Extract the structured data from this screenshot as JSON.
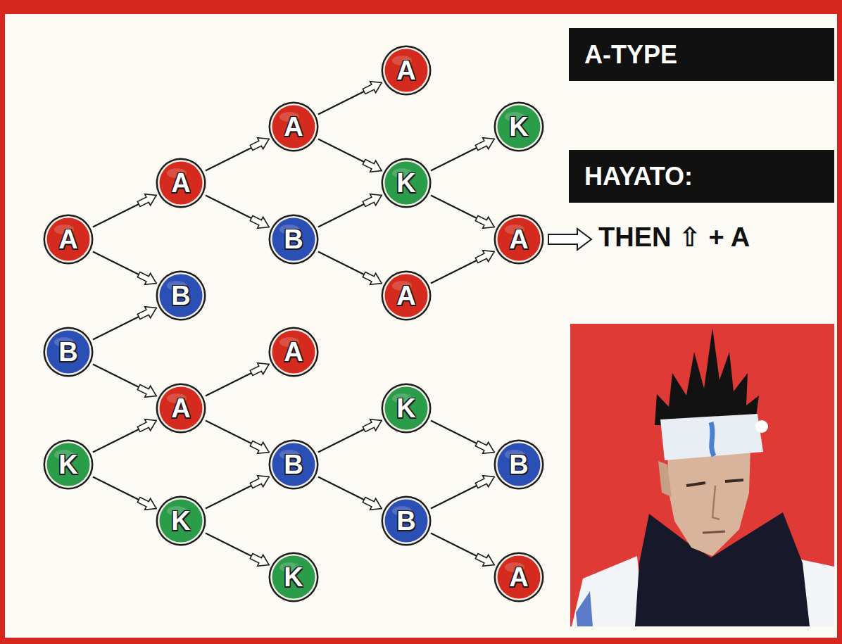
{
  "diagram": {
    "nodes": [
      {
        "text": [
          "A"
        ]
      },
      {
        "text": [
          "B"
        ]
      },
      {
        "text": [
          "K"
        ]
      },
      {
        "text": [
          "A"
        ]
      },
      {
        "text": [
          "B"
        ]
      },
      {
        "text": [
          "A"
        ]
      },
      {
        "text": [
          "K"
        ]
      },
      {
        "text": [
          "A"
        ]
      },
      {
        "text": [
          "B"
        ]
      },
      {
        "text": [
          "A"
        ]
      },
      {
        "text": [
          "B"
        ]
      },
      {
        "text": [
          "K"
        ]
      },
      {
        "text": [
          "A"
        ]
      },
      {
        "text": [
          "K"
        ]
      },
      {
        "text": [
          "A"
        ]
      },
      {
        "text": [
          "K"
        ]
      },
      {
        "text": [
          "B"
        ]
      },
      {
        "text": [
          "K"
        ]
      },
      {
        "text": [
          "A"
        ]
      },
      {
        "text": [
          "B"
        ]
      },
      {
        "text": [
          "A"
        ]
      },
      {
        "text": [
          "A-TYPE"
        ]
      },
      {
        "text": [
          "HAYATO:"
        ]
      }
    ],
    "edges": [
      {
        "from": 0,
        "to": 3,
        "arrow": "to"
      },
      {
        "from": 0,
        "to": 4,
        "arrow": "to"
      },
      {
        "from": 1,
        "to": 4,
        "arrow": "to"
      },
      {
        "from": 1,
        "to": 5,
        "arrow": "to"
      },
      {
        "from": 2,
        "to": 5,
        "arrow": "to"
      },
      {
        "from": 2,
        "to": 6,
        "arrow": "to"
      },
      {
        "from": 3,
        "to": 7,
        "arrow": "to"
      },
      {
        "from": 3,
        "to": 8,
        "arrow": "to"
      },
      {
        "from": 5,
        "to": 9,
        "arrow": "to"
      },
      {
        "from": 5,
        "to": 10,
        "arrow": "to"
      },
      {
        "from": 6,
        "to": 10,
        "arrow": "to"
      },
      {
        "from": 6,
        "to": 11,
        "arrow": "to"
      },
      {
        "from": 7,
        "to": 12,
        "arrow": "to"
      },
      {
        "from": 7,
        "to": 13,
        "arrow": "to"
      },
      {
        "from": 8,
        "to": 13,
        "arrow": "to"
      },
      {
        "from": 8,
        "to": 14,
        "arrow": "to"
      },
      {
        "from": 10,
        "to": 15,
        "arrow": "to"
      },
      {
        "from": 10,
        "to": 16,
        "arrow": "to"
      },
      {
        "from": 13,
        "to": 17,
        "arrow": "to"
      },
      {
        "from": 13,
        "to": 18,
        "arrow": "to"
      },
      {
        "from": 14,
        "to": 18,
        "arrow": "to"
      },
      {
        "from": 15,
        "to": 19,
        "arrow": "to"
      },
      {
        "from": 16,
        "to": 19,
        "arrow": "to"
      },
      {
        "from": 16,
        "to": 20,
        "arrow": "to"
      }
    ],
    "labels": [
      "THEN ⇧ + A"
    ]
  }
}
